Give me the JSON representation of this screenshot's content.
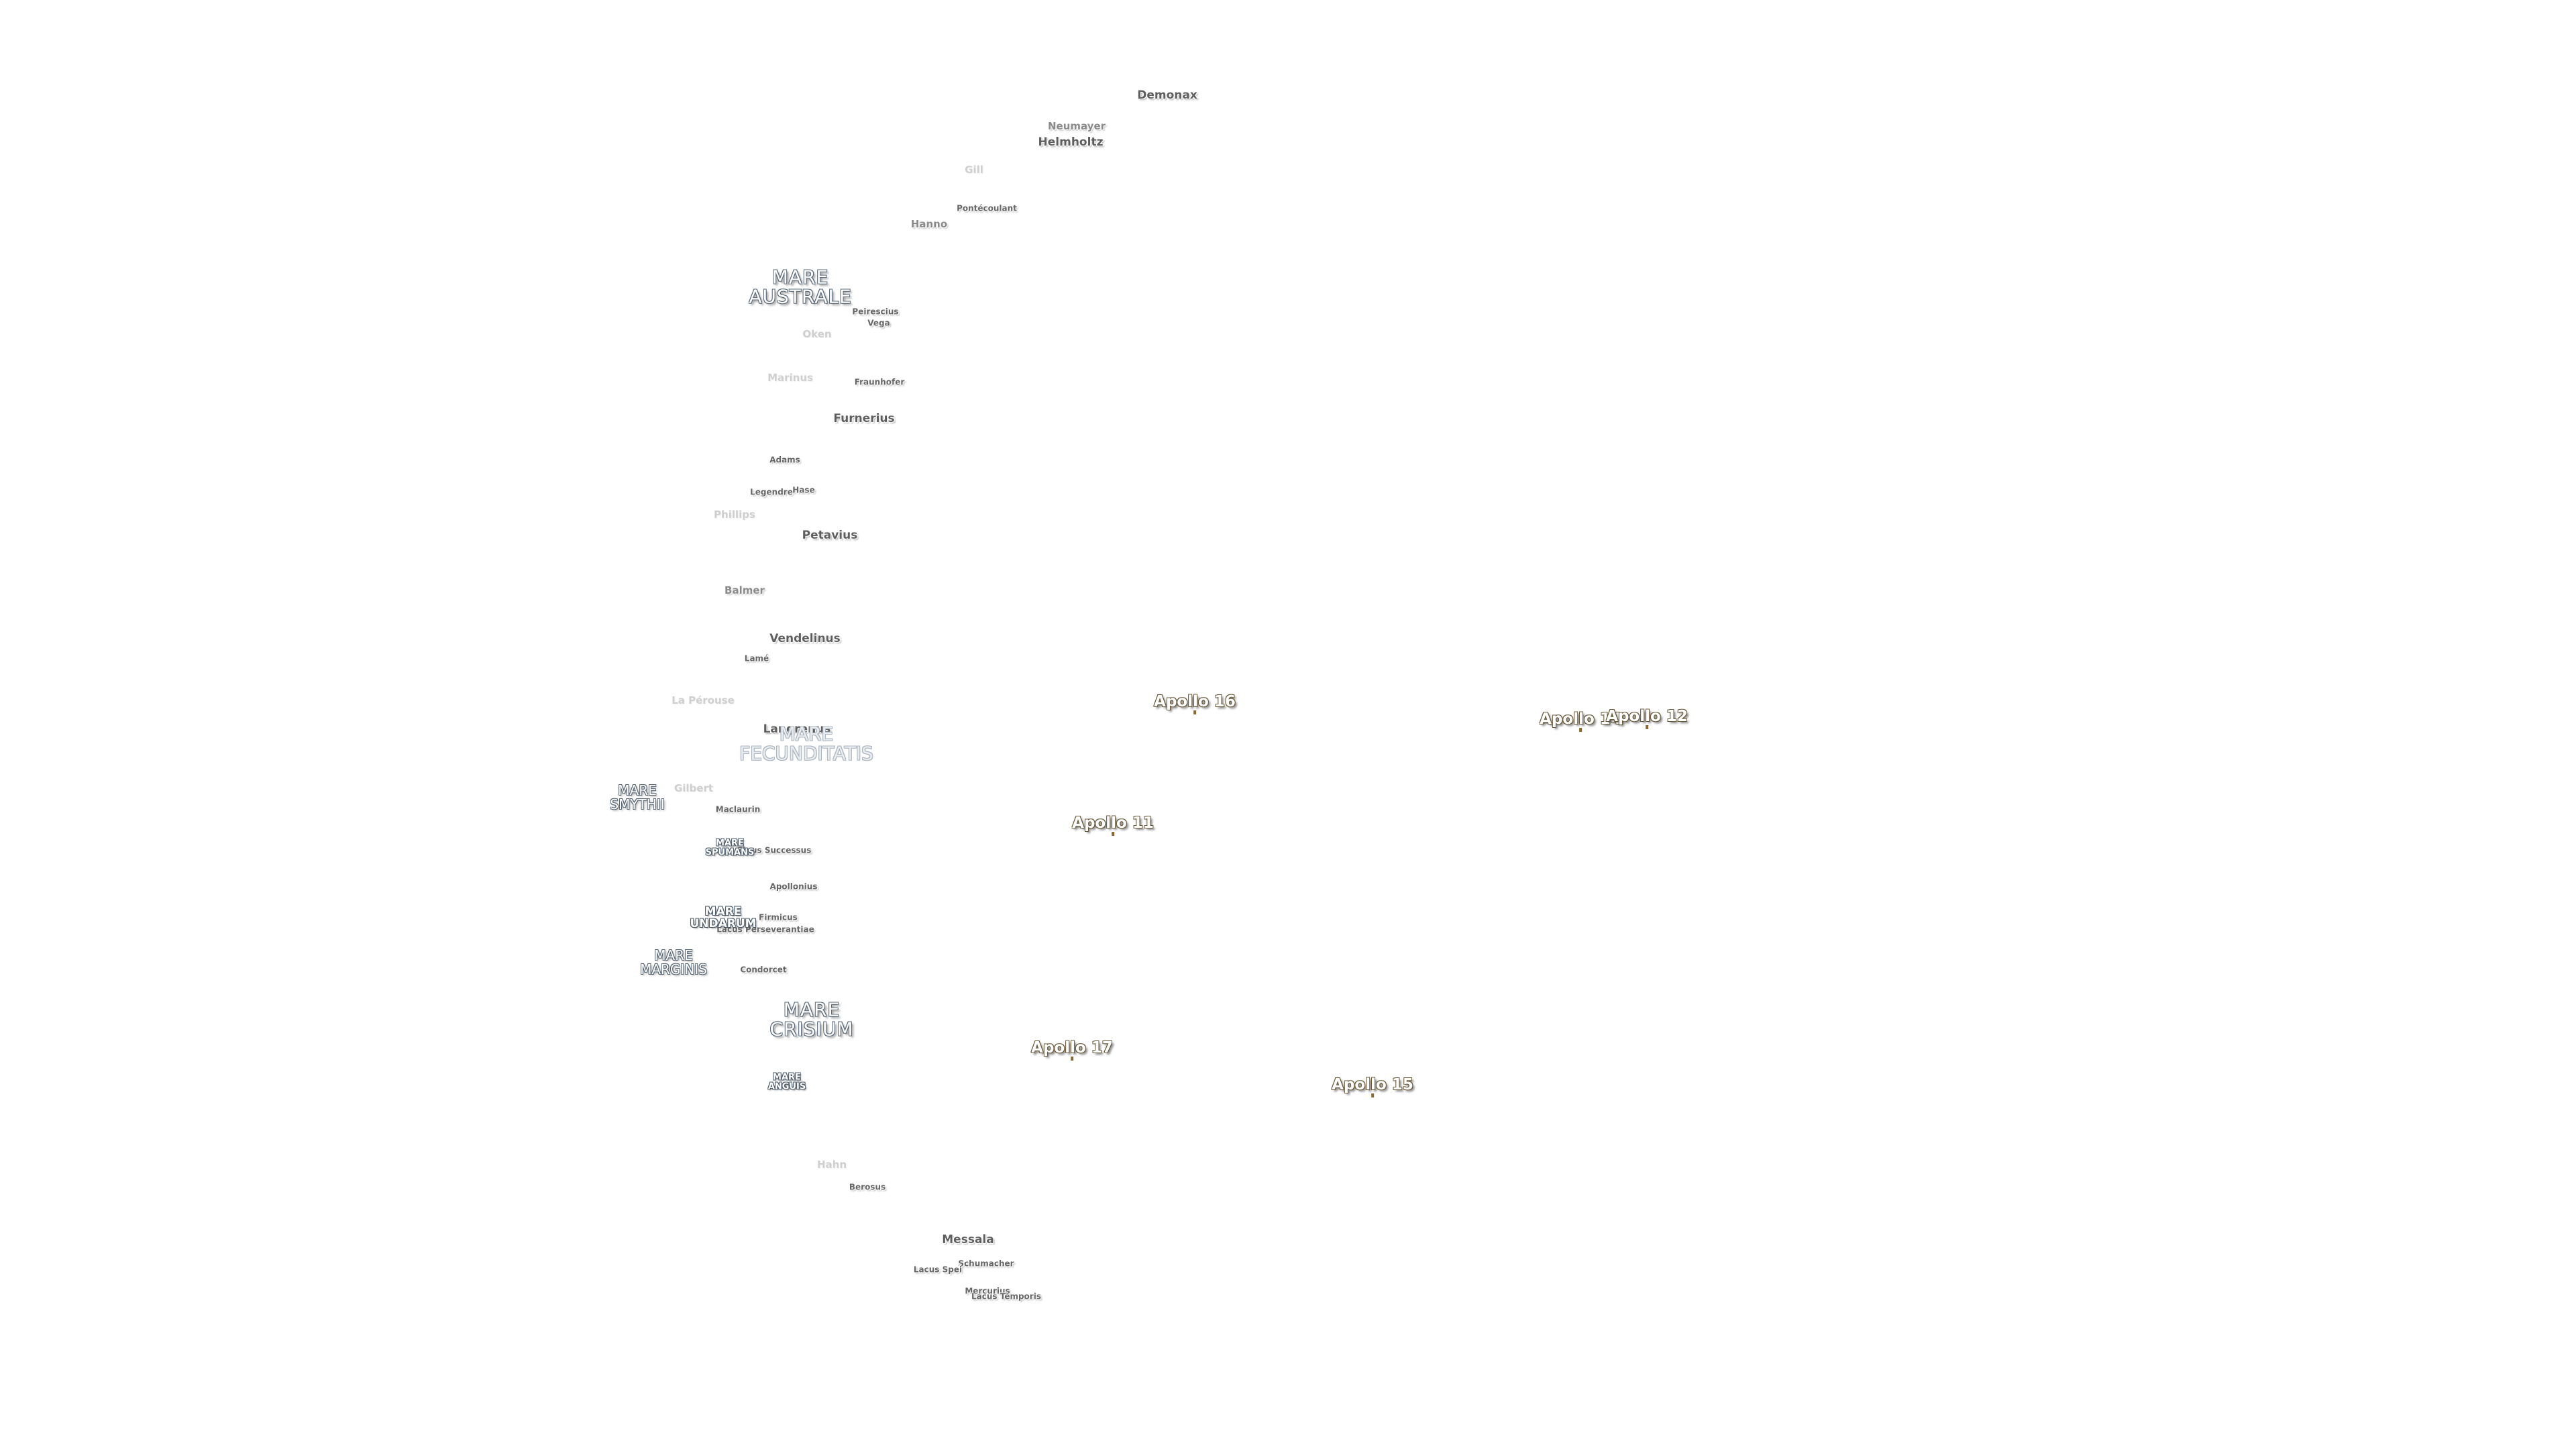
{
  "map": {
    "craters": [
      {
        "id": "demonax",
        "label": "Demonax",
        "tier": "strong"
      },
      {
        "id": "neumayer",
        "label": "Neumayer",
        "tier": "mid"
      },
      {
        "id": "helmholtz",
        "label": "Helmholtz",
        "tier": "strong"
      },
      {
        "id": "gill",
        "label": "Gill",
        "tier": "faint"
      },
      {
        "id": "pontecoulant",
        "label": "Pontécoulant",
        "tier": "small"
      },
      {
        "id": "hanno",
        "label": "Hanno",
        "tier": "mid"
      },
      {
        "id": "peirescius",
        "label": "Peirescius",
        "tier": "small"
      },
      {
        "id": "vega",
        "label": "Vega",
        "tier": "small"
      },
      {
        "id": "oken",
        "label": "Oken",
        "tier": "faint"
      },
      {
        "id": "fraunhofer",
        "label": "Fraunhofer",
        "tier": "small"
      },
      {
        "id": "marinus",
        "label": "Marinus",
        "tier": "faint"
      },
      {
        "id": "furnerius",
        "label": "Furnerius",
        "tier": "strong"
      },
      {
        "id": "adams",
        "label": "Adams",
        "tier": "small"
      },
      {
        "id": "legendre",
        "label": "Legendre",
        "tier": "small"
      },
      {
        "id": "hase",
        "label": "Hase",
        "tier": "small"
      },
      {
        "id": "phillips",
        "label": "Phillips",
        "tier": "faint"
      },
      {
        "id": "petavius",
        "label": "Petavius",
        "tier": "strong"
      },
      {
        "id": "balmer",
        "label": "Balmer",
        "tier": "mid"
      },
      {
        "id": "vendelinus",
        "label": "Vendelinus",
        "tier": "strong"
      },
      {
        "id": "lame",
        "label": "Lamé",
        "tier": "small"
      },
      {
        "id": "la-perouse",
        "label": "La Pérouse",
        "tier": "faint"
      },
      {
        "id": "langrenus",
        "label": "Langrenus",
        "tier": "strong"
      },
      {
        "id": "gilbert",
        "label": "Gilbert",
        "tier": "faint"
      },
      {
        "id": "maclaurin",
        "label": "Maclaurin",
        "tier": "small"
      },
      {
        "id": "sinus-successus",
        "label": "Sinus Successus",
        "tier": "small"
      },
      {
        "id": "apollonius",
        "label": "Apollonius",
        "tier": "small"
      },
      {
        "id": "firmicus",
        "label": "Firmicus",
        "tier": "small"
      },
      {
        "id": "lacus-perseverantiae",
        "label": "Lacus Perseverantiae",
        "tier": "small"
      },
      {
        "id": "condorcet",
        "label": "Condorcet",
        "tier": "small"
      },
      {
        "id": "hahn",
        "label": "Hahn",
        "tier": "faint"
      },
      {
        "id": "berosus",
        "label": "Berosus",
        "tier": "small"
      },
      {
        "id": "messala",
        "label": "Messala",
        "tier": "strong"
      },
      {
        "id": "schumacher",
        "label": "Schumacher",
        "tier": "small"
      },
      {
        "id": "lacus-spei",
        "label": "Lacus Spei",
        "tier": "small"
      },
      {
        "id": "mercurius",
        "label": "Mercurius",
        "tier": "small"
      },
      {
        "id": "lacus-temporis",
        "label": "Lacus Temporis",
        "tier": "small"
      }
    ],
    "maria": [
      {
        "id": "mare-australe",
        "label": "MARE\nAUSTRALE",
        "tier": "big"
      },
      {
        "id": "mare-fecunditatis",
        "label": "MARE\nFECUNDITATIS",
        "tier": "faded"
      },
      {
        "id": "mare-smythii",
        "label": "MARE\nSMYTHII",
        "tier": "med"
      },
      {
        "id": "mare-spumans",
        "label": "MARE\nSPUMANS",
        "tier": "small"
      },
      {
        "id": "mare-undarum",
        "label": "MARE\nUNDARUM",
        "tier": "small"
      },
      {
        "id": "mare-marginis",
        "label": "MARE\nMARGINIS",
        "tier": "med"
      },
      {
        "id": "mare-crisium",
        "label": "MARE\nCRISIUM",
        "tier": "big"
      },
      {
        "id": "mare-anguis",
        "label": "MARE\nANGUIS",
        "tier": "small"
      }
    ],
    "apollo_sites": [
      {
        "id": "apollo-16",
        "label": "Apollo 16"
      },
      {
        "id": "apollo-14",
        "label": "Apollo 14"
      },
      {
        "id": "apollo-12",
        "label": "Apollo 12"
      },
      {
        "id": "apollo-11",
        "label": "Apollo 11"
      },
      {
        "id": "apollo-17",
        "label": "Apollo 17"
      },
      {
        "id": "apollo-15",
        "label": "Apollo 15"
      }
    ]
  }
}
